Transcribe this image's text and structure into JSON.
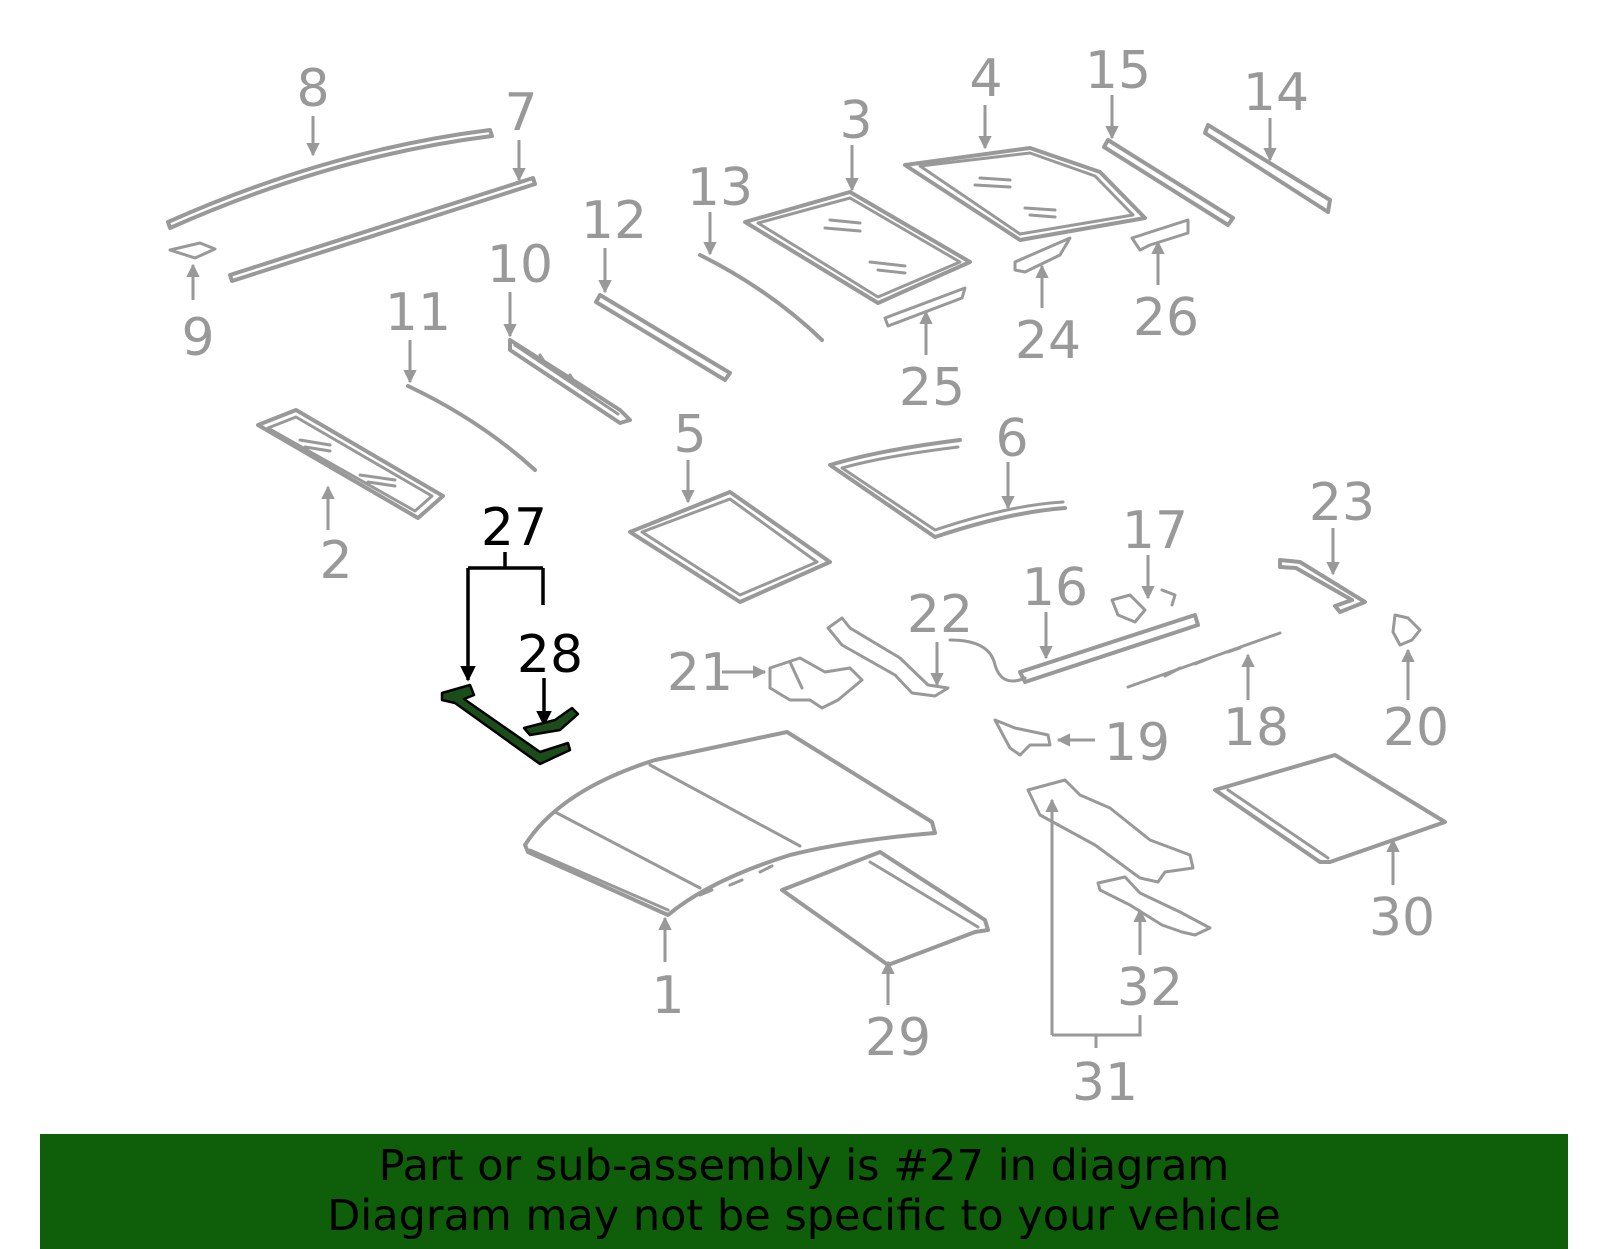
{
  "diagram": {
    "labels": {
      "p1": "1",
      "p2": "2",
      "p3": "3",
      "p4": "4",
      "p5": "5",
      "p6": "6",
      "p7": "7",
      "p8": "8",
      "p9": "9",
      "p10": "10",
      "p11": "11",
      "p12": "12",
      "p13": "13",
      "p14": "14",
      "p15": "15",
      "p16": "16",
      "p17": "17",
      "p18": "18",
      "p19": "19",
      "p20": "20",
      "p21": "21",
      "p22": "22",
      "p23": "23",
      "p24": "24",
      "p25": "25",
      "p26": "26",
      "p27": "27",
      "p28": "28",
      "p29": "29",
      "p30": "30",
      "p31": "31",
      "p32": "32"
    },
    "highlighted_part": "27",
    "colors": {
      "parts": "#999999",
      "highlight": "#000000",
      "highlight_fill": "#1a4d1a"
    }
  },
  "banner": {
    "line1": "Part or sub-assembly is #27 in diagram",
    "line2": "Diagram may not be specific to your vehicle",
    "background": "#0f5e0a"
  }
}
